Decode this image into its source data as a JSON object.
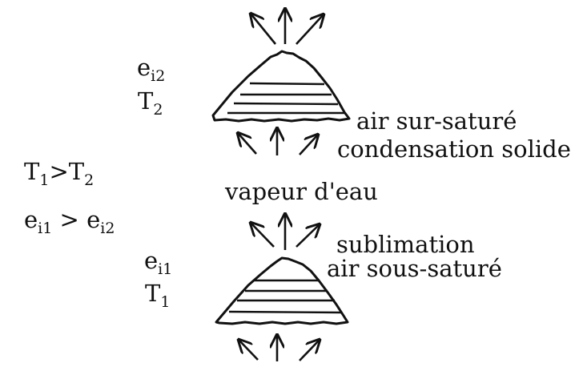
{
  "upper_ice": {
    "vapor_pressure": {
      "base": "e",
      "sub": "i2"
    },
    "temperature": {
      "base": "T",
      "sub": "2"
    }
  },
  "lower_ice": {
    "vapor_pressure": {
      "base": "e",
      "sub": "i1"
    },
    "temperature": {
      "base": "T",
      "sub": "1"
    }
  },
  "conditions": {
    "temp_relation": {
      "left_base": "T",
      "left_sub": "1",
      "op": ">",
      "right_base": "T",
      "right_sub": "2"
    },
    "pressure_relation": {
      "left_base": "e",
      "left_sub": "i1",
      "op": " > ",
      "right_base": "e",
      "right_sub": "i2"
    }
  },
  "labels": {
    "supersaturated_line1": "air sur-saturé",
    "supersaturated_line2": "condensation solide",
    "vapor": "vapeur d'eau",
    "sublimation_line1": "sublimation",
    "sublimation_line2": "air sous-saturé"
  },
  "colors": {
    "ink": "#111111",
    "background": "#ffffff"
  }
}
